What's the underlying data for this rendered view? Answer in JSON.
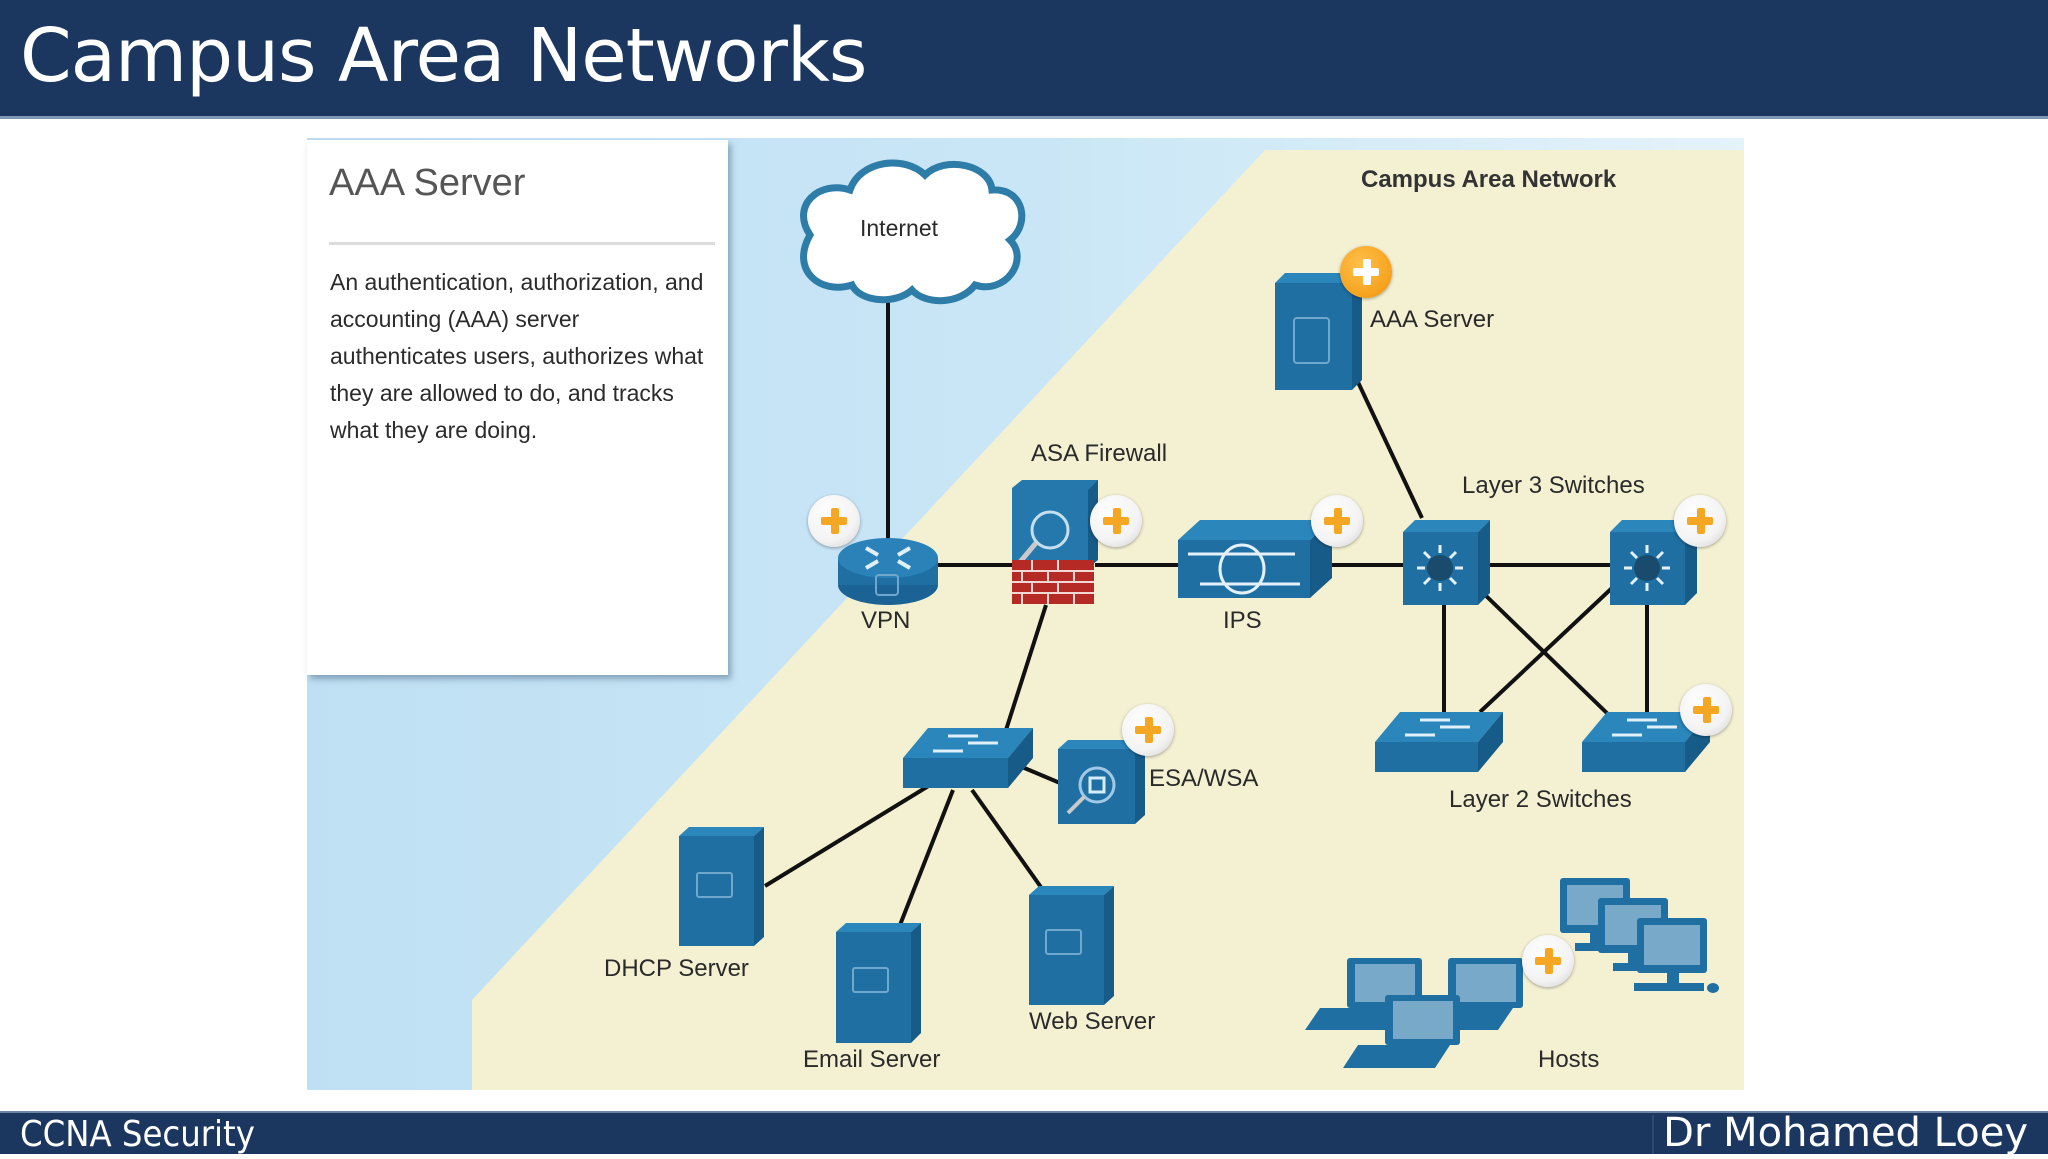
{
  "header": {
    "title": "Campus Area Networks"
  },
  "footer": {
    "left": "CCNA Security",
    "right": "Dr Mohamed Loey"
  },
  "info_panel": {
    "title": "AAA Server",
    "body": "An authentication, authorization, and accounting (AAA) server authenticates users, authorizes what they are allowed to do, and tracks what they are doing."
  },
  "diagram": {
    "region_title": "Campus Area Network",
    "colors": {
      "device": "#1f6fa3",
      "campus_bg": "#f5f2d4",
      "outside_bg": "#c3e3f5",
      "plus": "#f5a623"
    },
    "nodes": {
      "internet": "Internet",
      "vpn": "VPN",
      "asa": "ASA Firewall",
      "ips": "IPS",
      "aaa": "AAA Server",
      "l3": "Layer 3 Switches",
      "l2": "Layer 2 Switches",
      "esa": "ESA/WSA",
      "dhcp": "DHCP Server",
      "email": "Email Server",
      "web": "Web Server",
      "hosts": "Hosts"
    },
    "selected": "AAA Server"
  }
}
